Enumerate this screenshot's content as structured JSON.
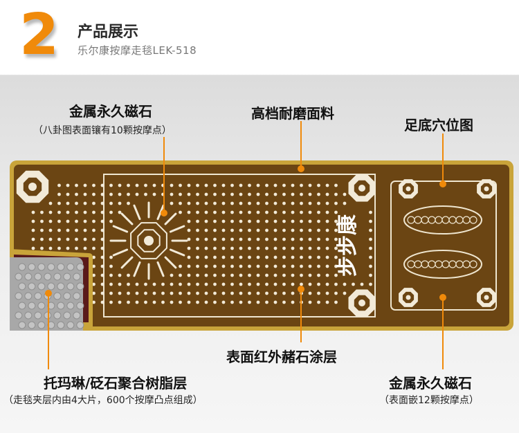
{
  "header": {
    "number": "2",
    "title": "产品展示",
    "subtitle": "乐尔康按摩走毯LEK-518"
  },
  "mat": {
    "brand_mark": "步步康"
  },
  "callouts": {
    "top_left": {
      "title": "金属永久磁石",
      "note": "（八卦图表面镶有10颗按摩点）"
    },
    "top_center": {
      "title": "高档耐磨面料"
    },
    "top_right": {
      "title": "足底穴位图"
    },
    "bottom_center": {
      "title": "表面红外赭石涂层"
    },
    "bottom_left": {
      "title": "托玛琳/砭石聚合树脂层",
      "note": "（走毯夹层内由4大片，600个按摩凸点组成）"
    },
    "bottom_right": {
      "title": "金属永久磁石",
      "note": "（表面嵌12颗按摩点）"
    }
  },
  "colors": {
    "accent": "#f08a0a",
    "mat_brown": "#6b4513",
    "mat_border": "#c9a43a"
  }
}
